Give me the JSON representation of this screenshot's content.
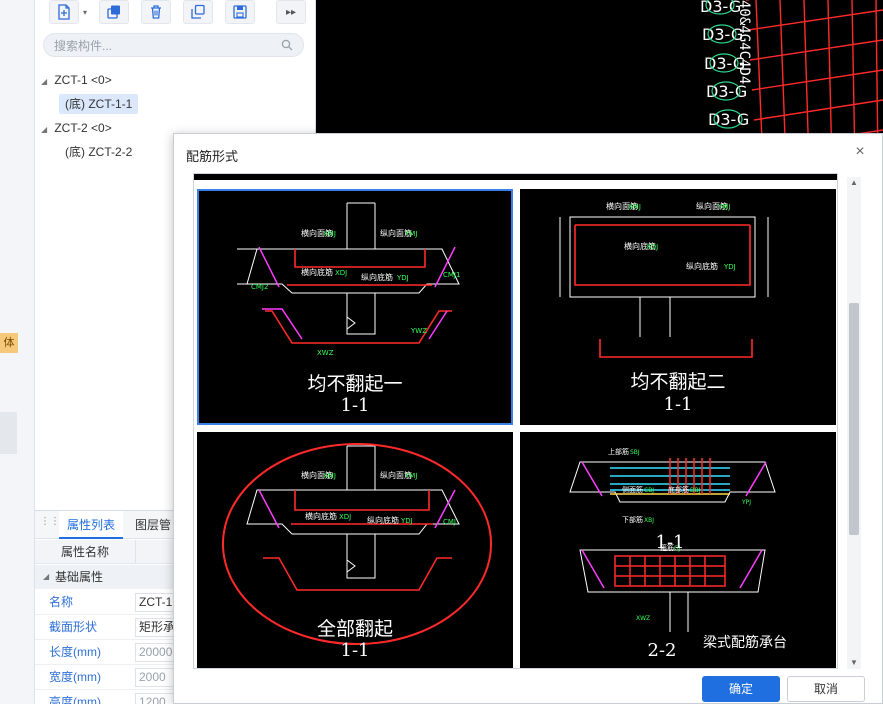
{
  "left_strip": {
    "badge_text": "体验"
  },
  "toolbar": {
    "new_icon": "new-component-icon",
    "copy_icon": "copy-icon",
    "delete_icon": "delete-icon",
    "duplicate_icon": "duplicate-layer-icon",
    "save_icon": "save-icon",
    "more_icon": "double-chevron-right-icon"
  },
  "search": {
    "placeholder": "搜索构件..."
  },
  "tree": {
    "items": [
      {
        "label": "ZCT-1 <0>",
        "level": 0
      },
      {
        "label": "(底) ZCT-1-1",
        "level": 1,
        "selected": true
      },
      {
        "label": "ZCT-2 <0>",
        "level": 0
      },
      {
        "label": "(底) ZCT-2-2",
        "level": 1
      }
    ]
  },
  "properties": {
    "tabs": [
      "属性列表",
      "图层管"
    ],
    "header": "属性名称",
    "group": "基础属性",
    "rows": [
      {
        "name": "名称",
        "value": "ZCT-1"
      },
      {
        "name": "截面形状",
        "value": "矩形承"
      },
      {
        "name": "长度(mm)",
        "value": "20000"
      },
      {
        "name": "宽度(mm)",
        "value": "2000"
      },
      {
        "name": "高度(mm)",
        "value": "1200"
      }
    ]
  },
  "cad": {
    "labels": [
      "D3-G",
      "D3-G",
      "D3-G",
      "D3-G",
      "D3-G"
    ],
    "vertical_text": "40&4G4C4D4"
  },
  "dialog": {
    "title": "配筋形式",
    "close": "×",
    "ok": "确定",
    "cancel": "取消",
    "options": [
      {
        "caption": "均不翻起一",
        "section": "1-1",
        "labels": {
          "a": "横向面筋",
          "a2": "XMJ",
          "b": "纵向面筋",
          "b2": "YMJ",
          "c": "横向底筋",
          "c2": "XDJ",
          "d": "纵向底筋",
          "d2": "YDJ",
          "e": "CMJ2",
          "f": "CMJ1",
          "g": "XWZ",
          "h": "YWZ"
        },
        "selected": true
      },
      {
        "caption": "均不翻起二",
        "section": "1-1",
        "labels": {
          "a": "横向面筋",
          "a2": "XMJ",
          "b": "纵向面筋",
          "b2": "YMJ",
          "c": "横向底筋",
          "c2": "XDJ",
          "d": "纵向底筋",
          "d2": "YDJ"
        }
      },
      {
        "caption": "全部翻起",
        "section": "1-1",
        "labels": {
          "a": "横向面筋",
          "a2": "XMJ",
          "b": "纵向面筋",
          "b2": "YMJ",
          "c": "横向底筋",
          "c2": "XDJ",
          "d": "纵向底筋",
          "d2": "YDJ",
          "e": "CMJ"
        }
      },
      {
        "caption": "梁式配筋承台",
        "section_top": "1-1",
        "section_bottom": "2-2",
        "labels": {
          "a": "上部筋",
          "a2": "SBJ",
          "b": "侧面筋",
          "b2": "CBJ",
          "c": "底部筋",
          "c2": "DBJ",
          "d": "下部筋",
          "d2": "XBJ",
          "e": "箍筋",
          "e2": "GJ",
          "f": "XWZ",
          "g": "YPJ"
        }
      }
    ]
  }
}
